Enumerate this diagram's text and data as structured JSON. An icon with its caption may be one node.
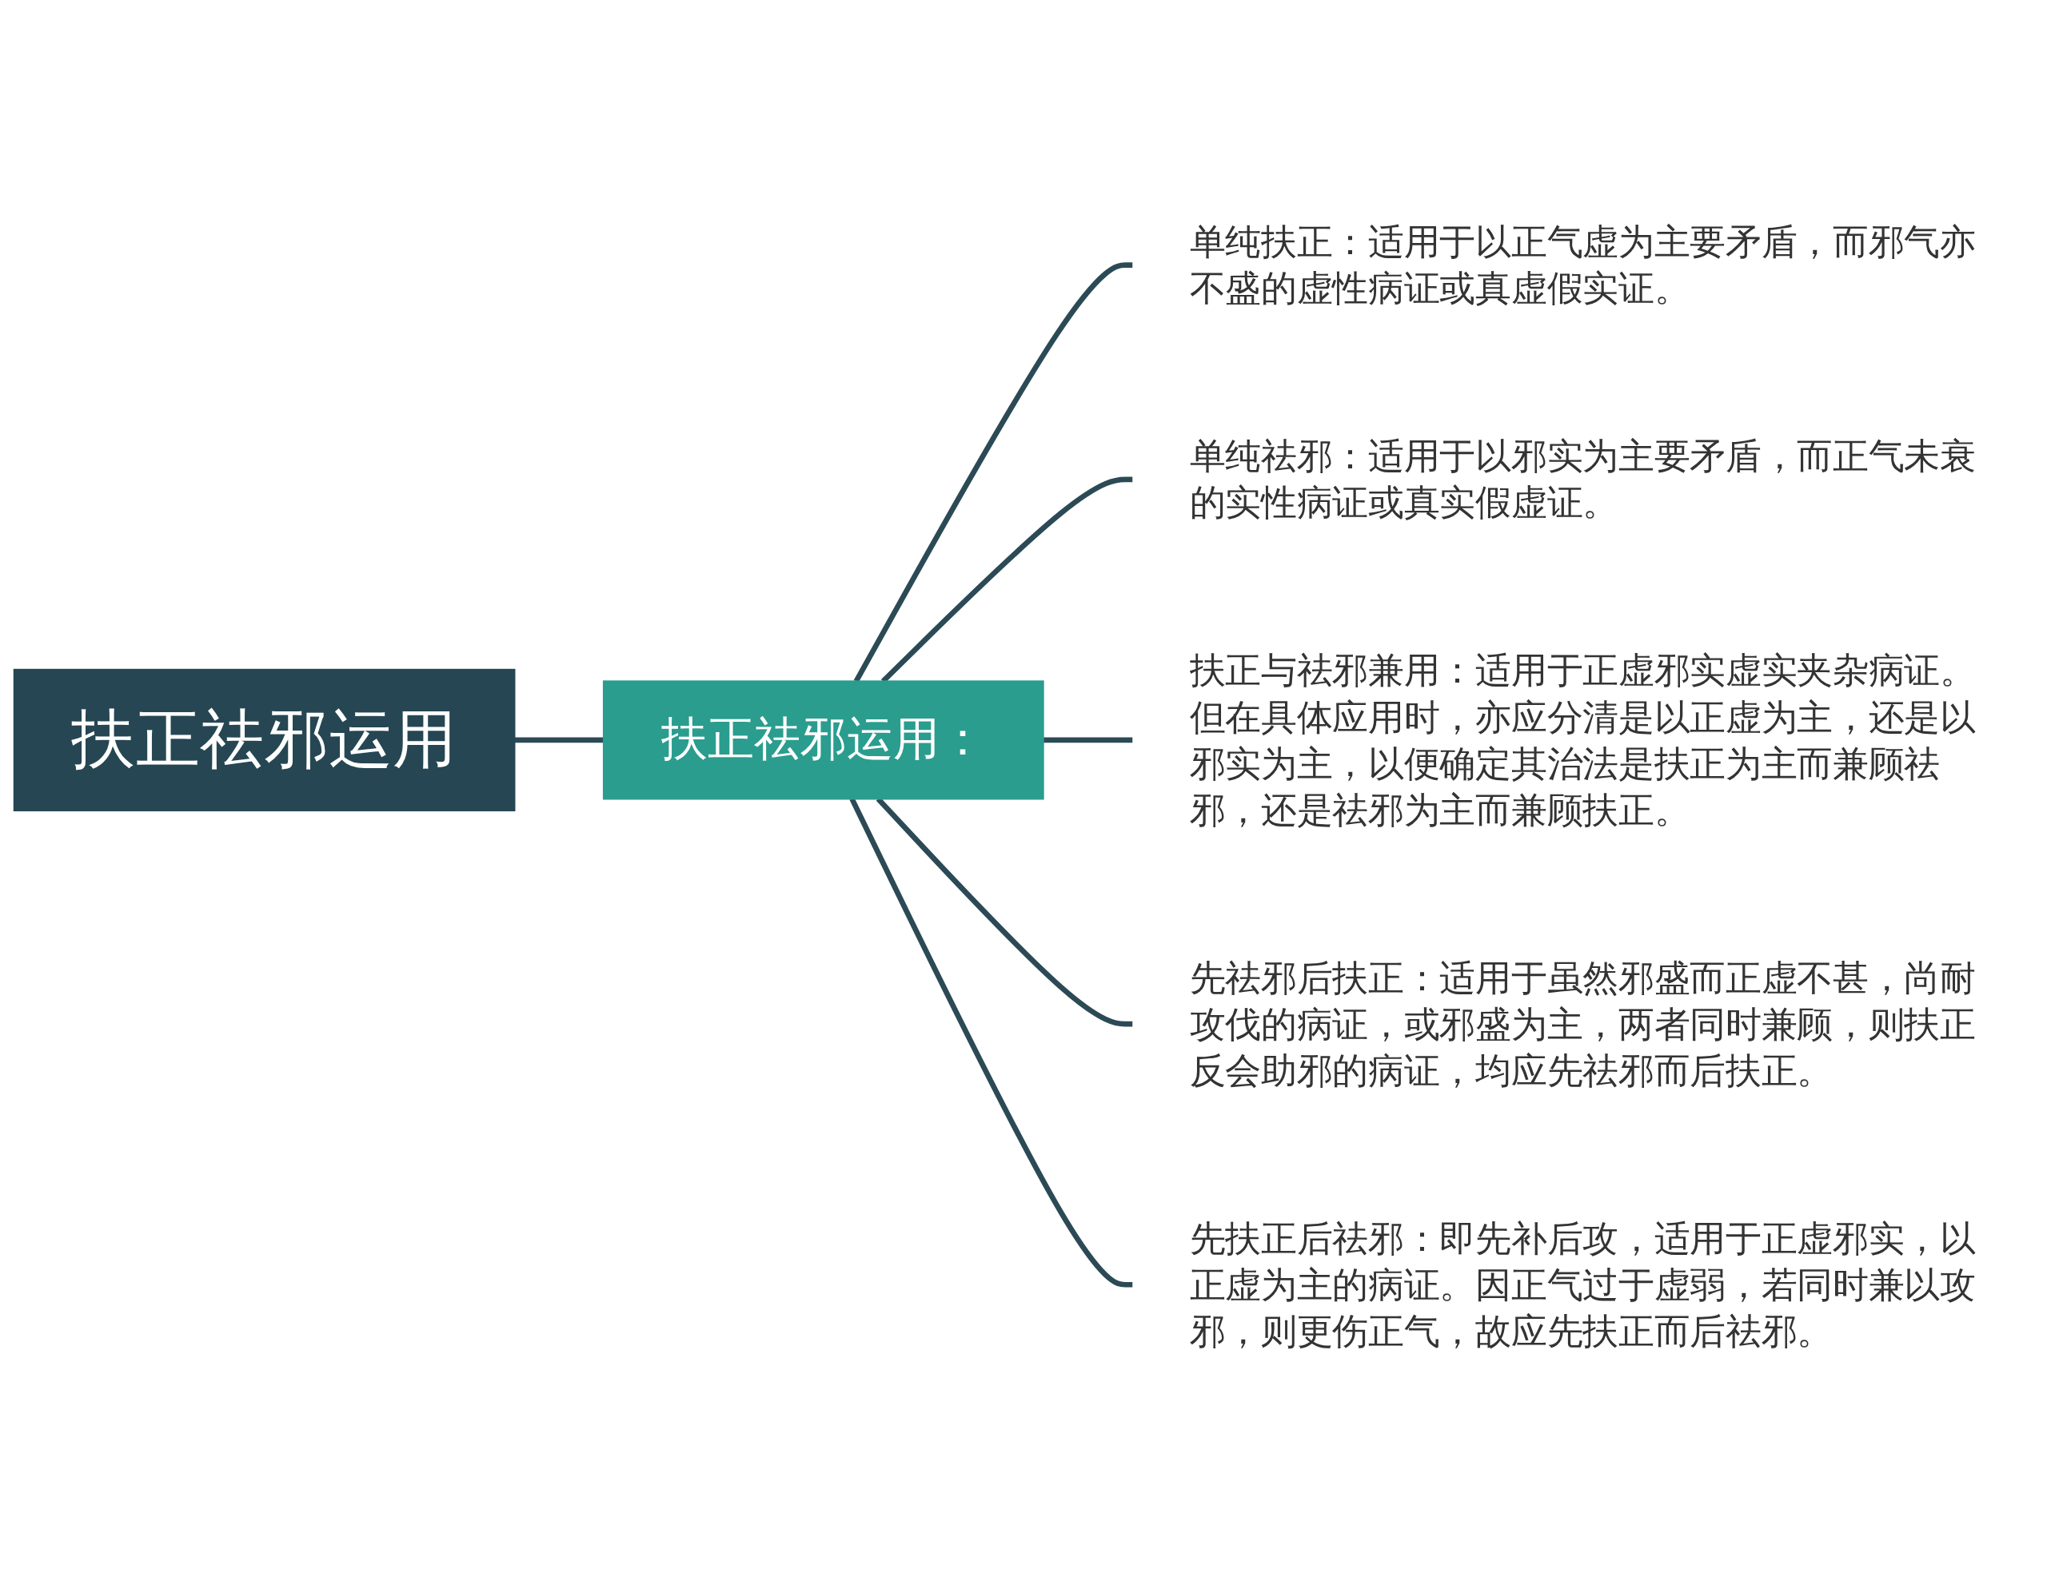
{
  "diagram": {
    "nodes": [
      {
        "text": [
          "扶正祛邪运用"
        ]
      },
      {
        "text": [
          "扶正祛邪运用："
        ]
      },
      {
        "text": [
          "单纯扶正：适用于以正气虚为主要矛盾，而邪气亦不盛的虚性病证或真虚假实证。"
        ]
      },
      {
        "text": [
          "单纯祛邪：适用于以邪实为主要矛盾，而正气未衰的实性病证或真实假虚证。"
        ]
      },
      {
        "text": [
          "扶正与祛邪兼用：适用于正虚邪实虚实夹杂病证。但在具体应用时，亦应分清是以正虚为主，还是以邪实为主，以便确定其治法是扶正为主而兼顾祛邪，还是祛邪为主而兼顾扶正。"
        ]
      },
      {
        "text": [
          "先祛邪后扶正：适用于虽然邪盛而正虚不甚，尚耐攻伐的病证，或邪盛为主，两者同时兼顾，则扶正反会助邪的病证，均应先祛邪而后扶正。"
        ]
      },
      {
        "text": [
          "先扶正后祛邪：即先补后攻，适用于正虚邪实，以正虚为主的病证。因正气过于虚弱，若同时兼以攻邪，则更伤正气，故应先扶正而后祛邪。"
        ]
      }
    ],
    "edges": [
      {
        "from": 0,
        "to": 1,
        "arrow": "none"
      },
      {
        "from": 1,
        "to": 2,
        "arrow": "none"
      },
      {
        "from": 1,
        "to": 3,
        "arrow": "none"
      },
      {
        "from": 1,
        "to": 4,
        "arrow": "none"
      },
      {
        "from": 1,
        "to": 5,
        "arrow": "none"
      },
      {
        "from": 1,
        "to": 6,
        "arrow": "none"
      }
    ]
  }
}
